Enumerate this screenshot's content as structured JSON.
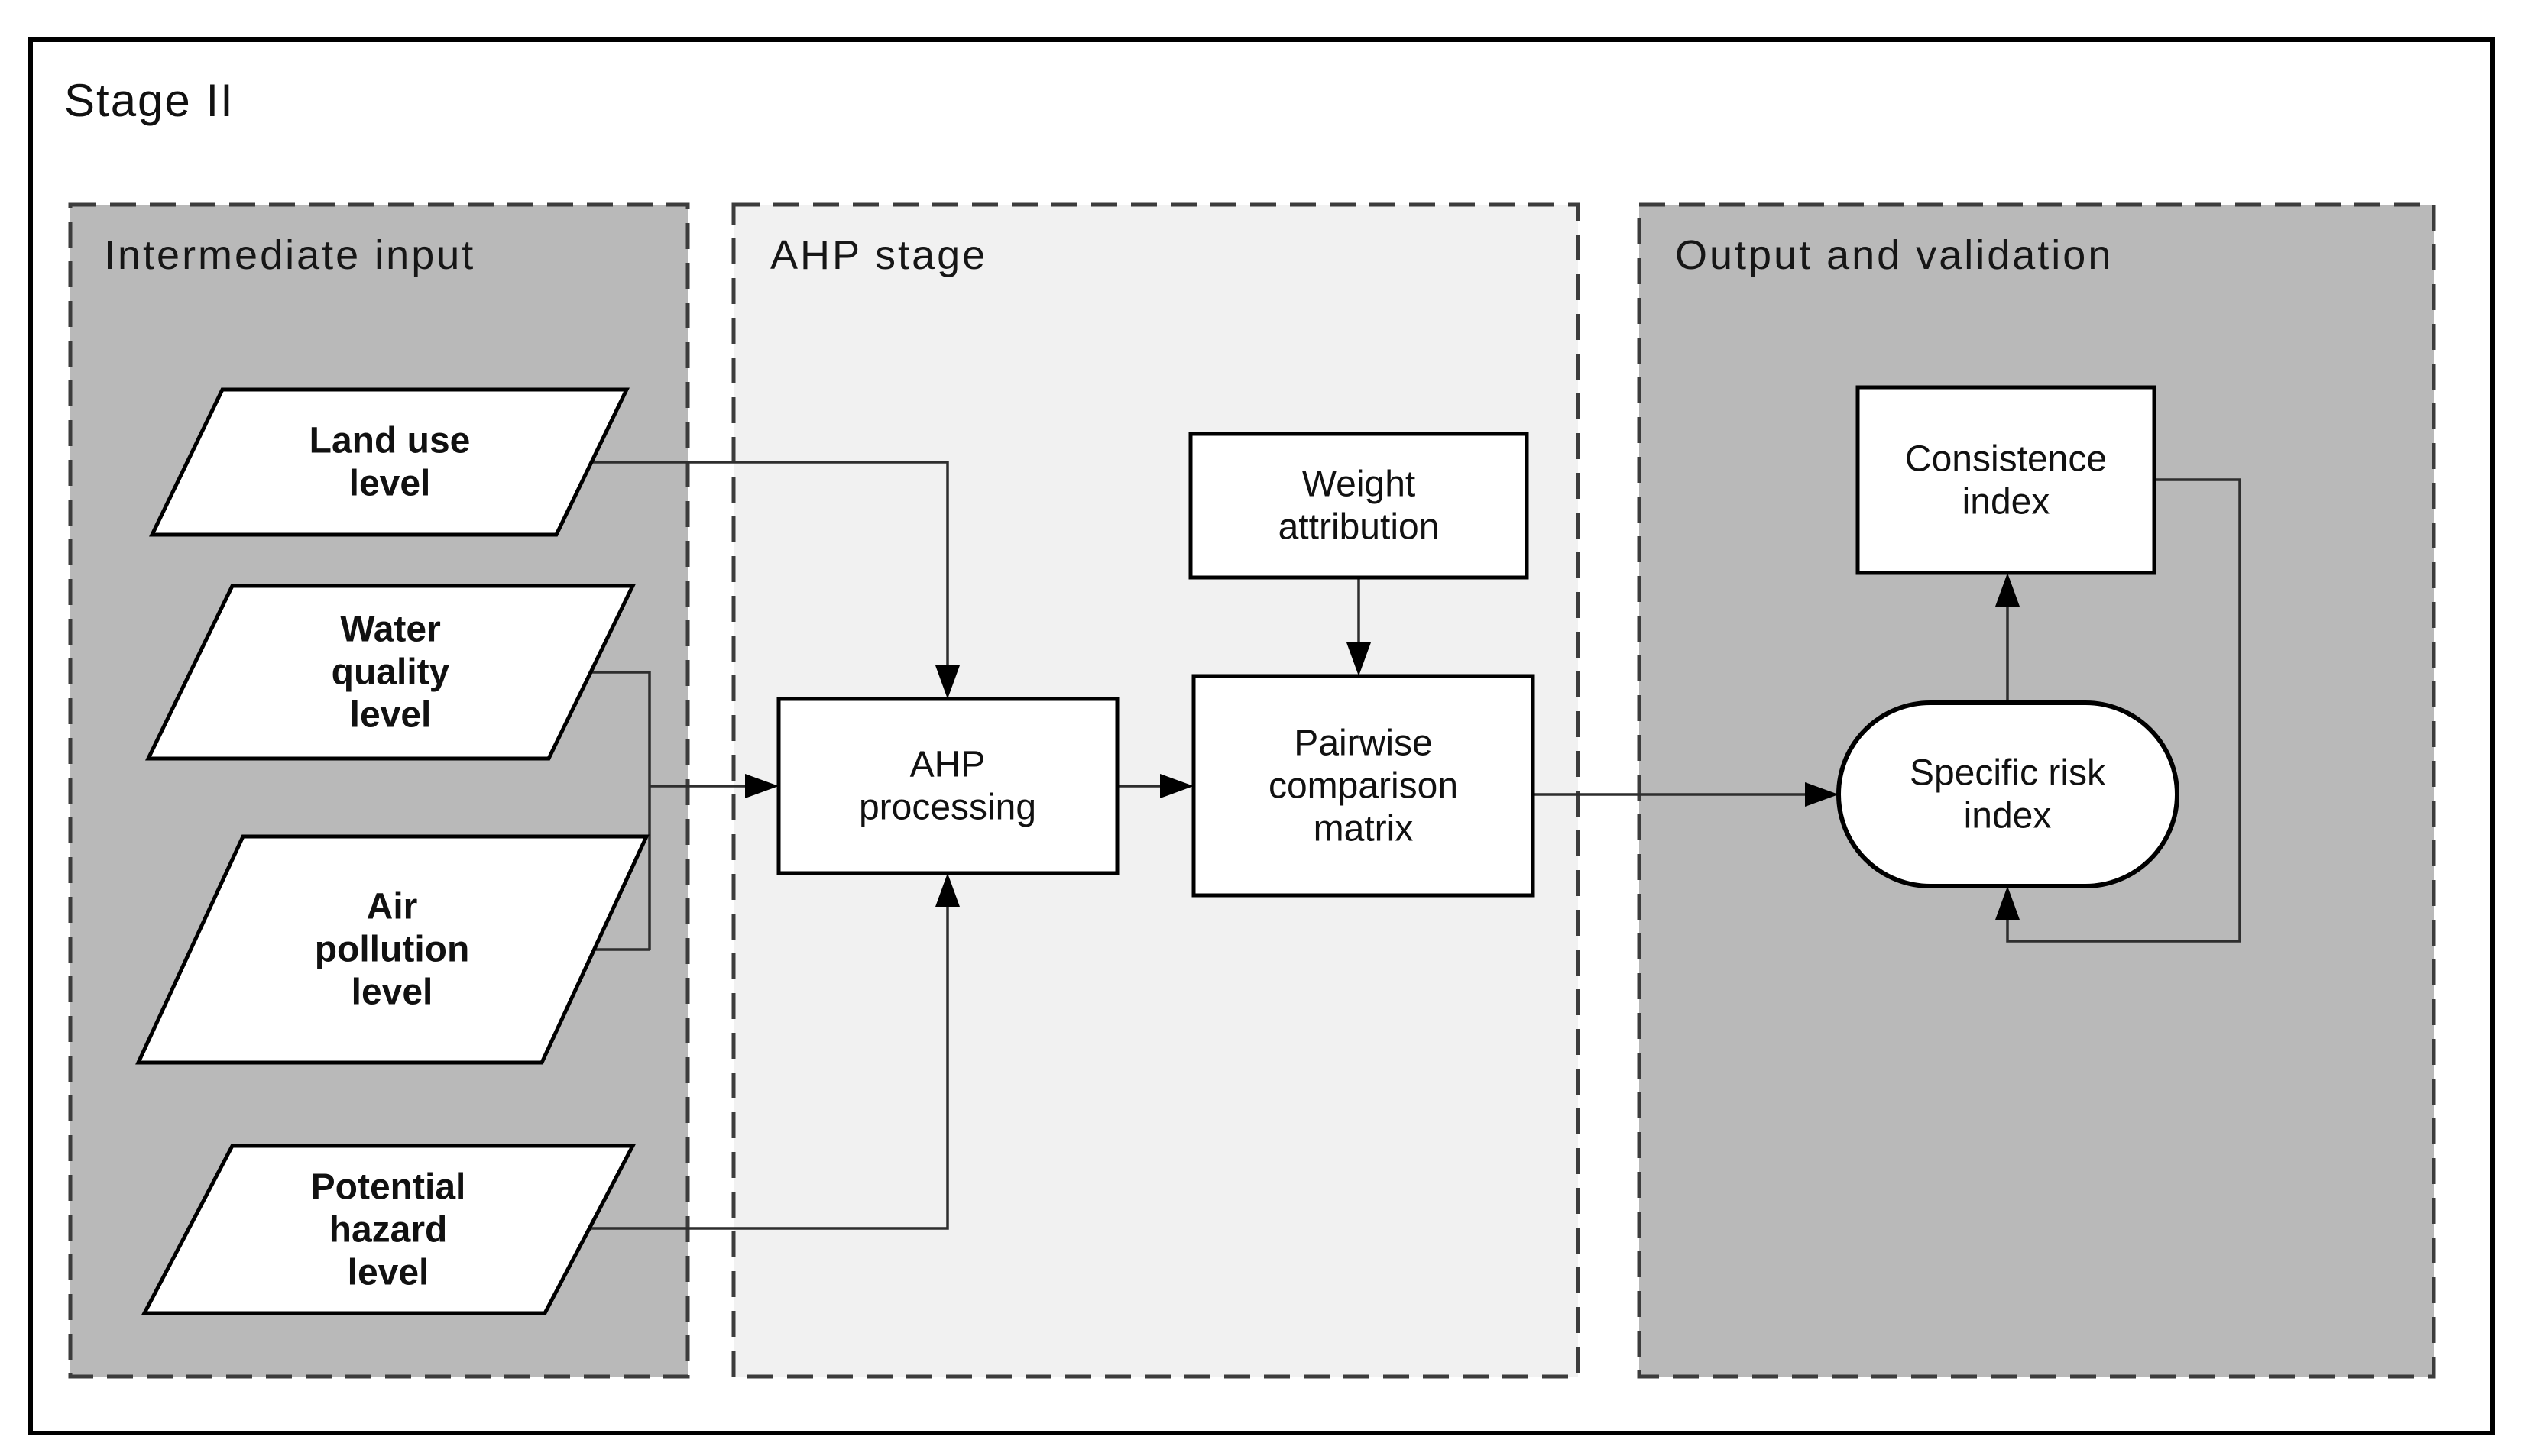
{
  "figure": {
    "stage_label": "Stage II"
  },
  "panels": {
    "intermediate": {
      "title": "Intermediate input"
    },
    "ahp": {
      "title": "AHP stage"
    },
    "output": {
      "title": "Output and validation"
    }
  },
  "nodes": {
    "land_use": {
      "shape": "parallelogram",
      "lines": [
        "Land use",
        "level"
      ]
    },
    "water_quality": {
      "shape": "parallelogram",
      "lines": [
        "Water",
        "quality",
        "level"
      ]
    },
    "air_pollution": {
      "shape": "parallelogram",
      "lines": [
        "Air",
        "pollution",
        "level"
      ]
    },
    "potential_hazard": {
      "shape": "parallelogram",
      "lines": [
        "Potential",
        "hazard",
        "level"
      ]
    },
    "ahp_processing": {
      "shape": "rectangle",
      "lines": [
        "AHP",
        "processing"
      ]
    },
    "weight_attribution": {
      "shape": "rectangle",
      "lines": [
        "Weight",
        "attribution"
      ]
    },
    "pairwise_matrix": {
      "shape": "rectangle",
      "lines": [
        "Pairwise",
        "comparison",
        "matrix"
      ]
    },
    "consistence_index": {
      "shape": "rectangle",
      "lines": [
        "Consistence",
        "index"
      ]
    },
    "specific_risk": {
      "shape": "stadium",
      "lines": [
        "Specific risk",
        "index"
      ]
    }
  },
  "colors": {
    "panel_gray": "#b9b9b9",
    "panel_light": "#f1f1f1",
    "node_fill": "#ffffff",
    "background": "#ffffff",
    "border": "#000000",
    "dashed_border": "#3c3c3c",
    "connector": "#2e2e2e"
  }
}
